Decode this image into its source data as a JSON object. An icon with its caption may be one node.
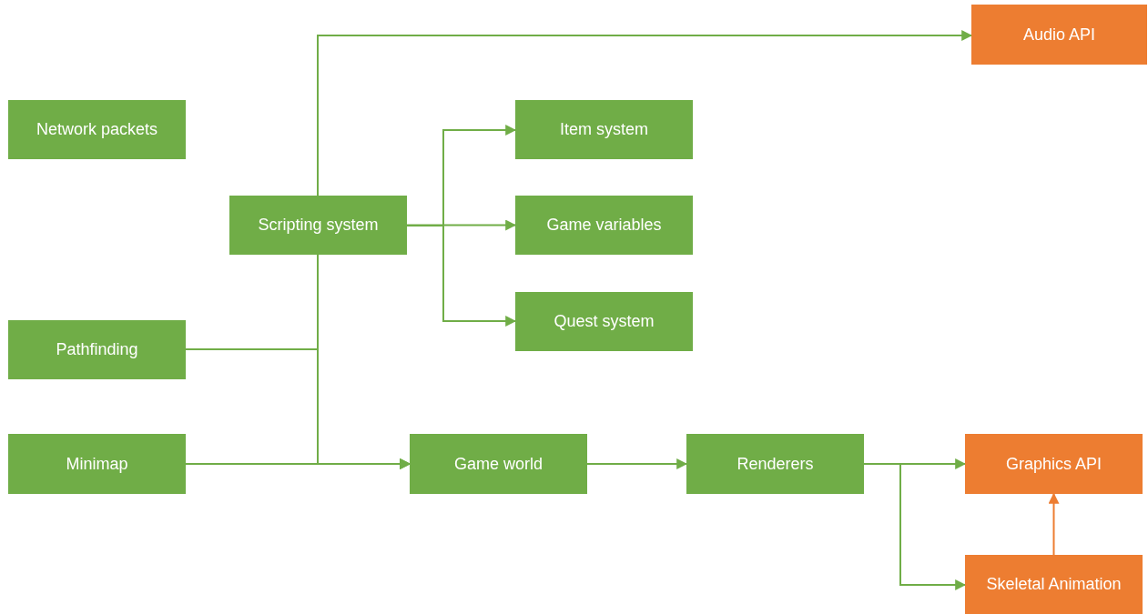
{
  "diagram": {
    "nodes": [
      {
        "text": [
          "Audio API"
        ]
      },
      {
        "text": [
          "Network packets"
        ]
      },
      {
        "text": [
          "Item system"
        ]
      },
      {
        "text": [
          "Scripting system"
        ]
      },
      {
        "text": [
          "Game variables"
        ]
      },
      {
        "text": [
          "Pathfinding"
        ]
      },
      {
        "text": [
          "Quest system"
        ]
      },
      {
        "text": [
          "Minimap"
        ]
      },
      {
        "text": [
          "Game world"
        ]
      },
      {
        "text": [
          "Renderers"
        ]
      },
      {
        "text": [
          "Graphics API"
        ]
      },
      {
        "text": [
          "Skeletal Animation"
        ]
      }
    ],
    "edges": [
      {
        "from": 3,
        "to": 0,
        "arrow": "to"
      },
      {
        "from": 3,
        "to": 2,
        "arrow": "to"
      },
      {
        "from": 3,
        "to": 4,
        "arrow": "to"
      },
      {
        "from": 3,
        "to": 6,
        "arrow": "to"
      },
      {
        "from": 3,
        "to": 8,
        "arrow": "to"
      },
      {
        "from": 5,
        "to": 8,
        "arrow": "to"
      },
      {
        "from": 7,
        "to": 8,
        "arrow": "to"
      },
      {
        "from": 8,
        "to": 9,
        "arrow": "to"
      },
      {
        "from": 9,
        "to": 10,
        "arrow": "to"
      },
      {
        "from": 9,
        "to": 11,
        "arrow": "to"
      },
      {
        "from": 11,
        "to": 10,
        "arrow": "to",
        "color": "#ed7d31"
      }
    ]
  }
}
